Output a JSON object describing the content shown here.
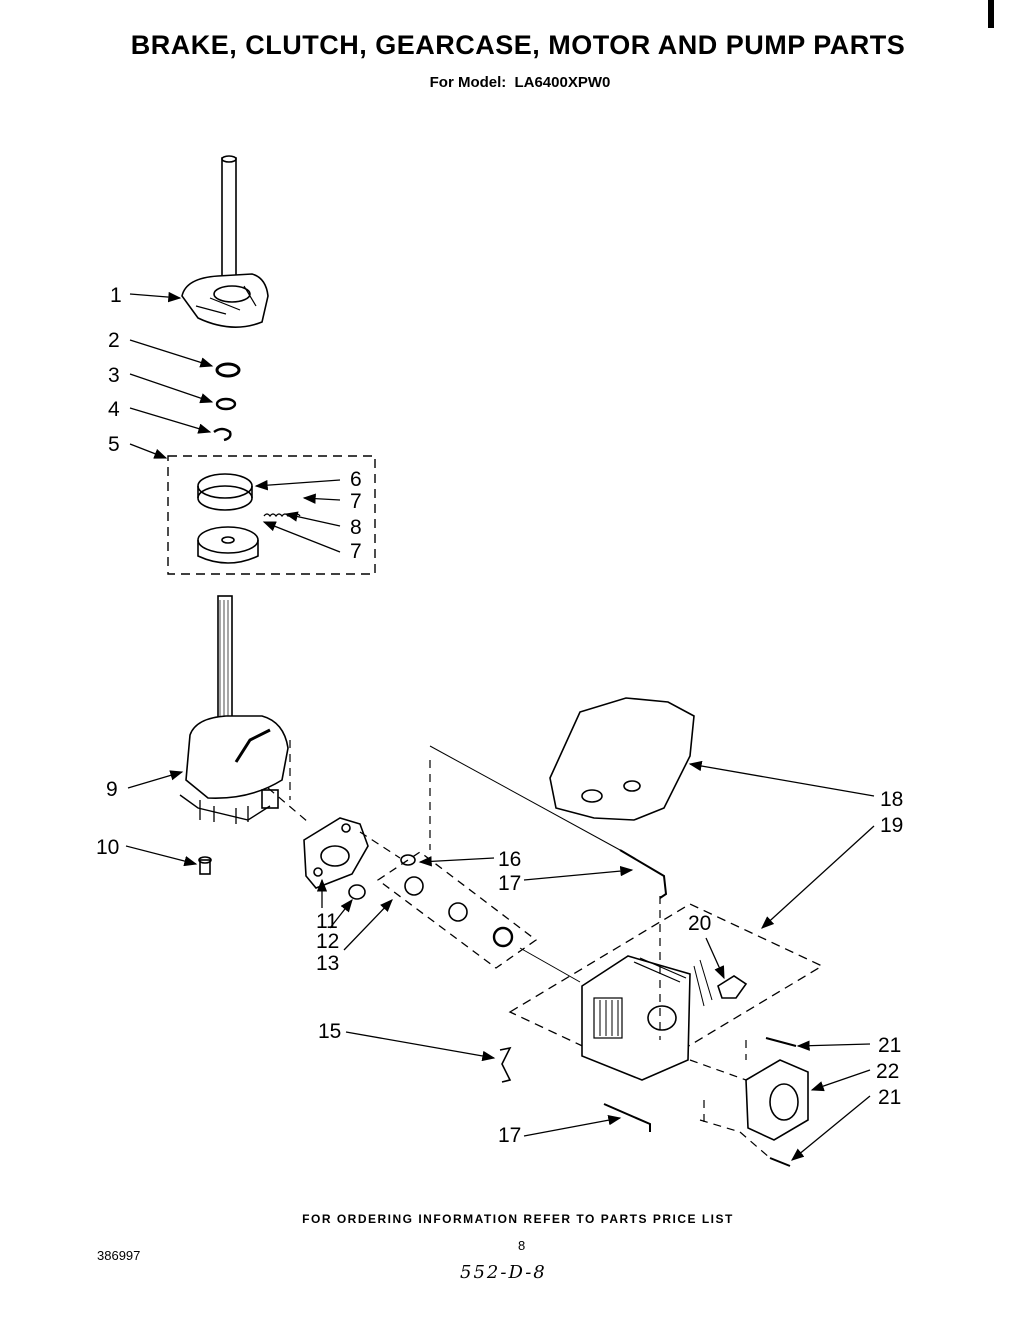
{
  "header": {
    "title": "BRAKE, CLUTCH, GEARCASE, MOTOR AND PUMP PARTS",
    "model_label": "For Model:",
    "model_number": "LA6400XPW0"
  },
  "callouts": {
    "c1": "1",
    "c2": "2",
    "c3": "3",
    "c4": "4",
    "c5": "5",
    "c6": "6",
    "c7a": "7",
    "c8": "8",
    "c7b": "7",
    "c9": "9",
    "c10": "10",
    "c11": "11",
    "c12": "12",
    "c13": "13",
    "c15": "15",
    "c16": "16",
    "c17a": "17",
    "c17b": "17",
    "c18": "18",
    "c19": "19",
    "c20": "20",
    "c21a": "21",
    "c22": "22",
    "c21b": "21"
  },
  "footer": {
    "ordering_note": "FOR ORDERING INFORMATION REFER TO PARTS PRICE LIST",
    "doc_number": "386997",
    "page_number": "8",
    "handwritten_code": "552-D-8"
  }
}
